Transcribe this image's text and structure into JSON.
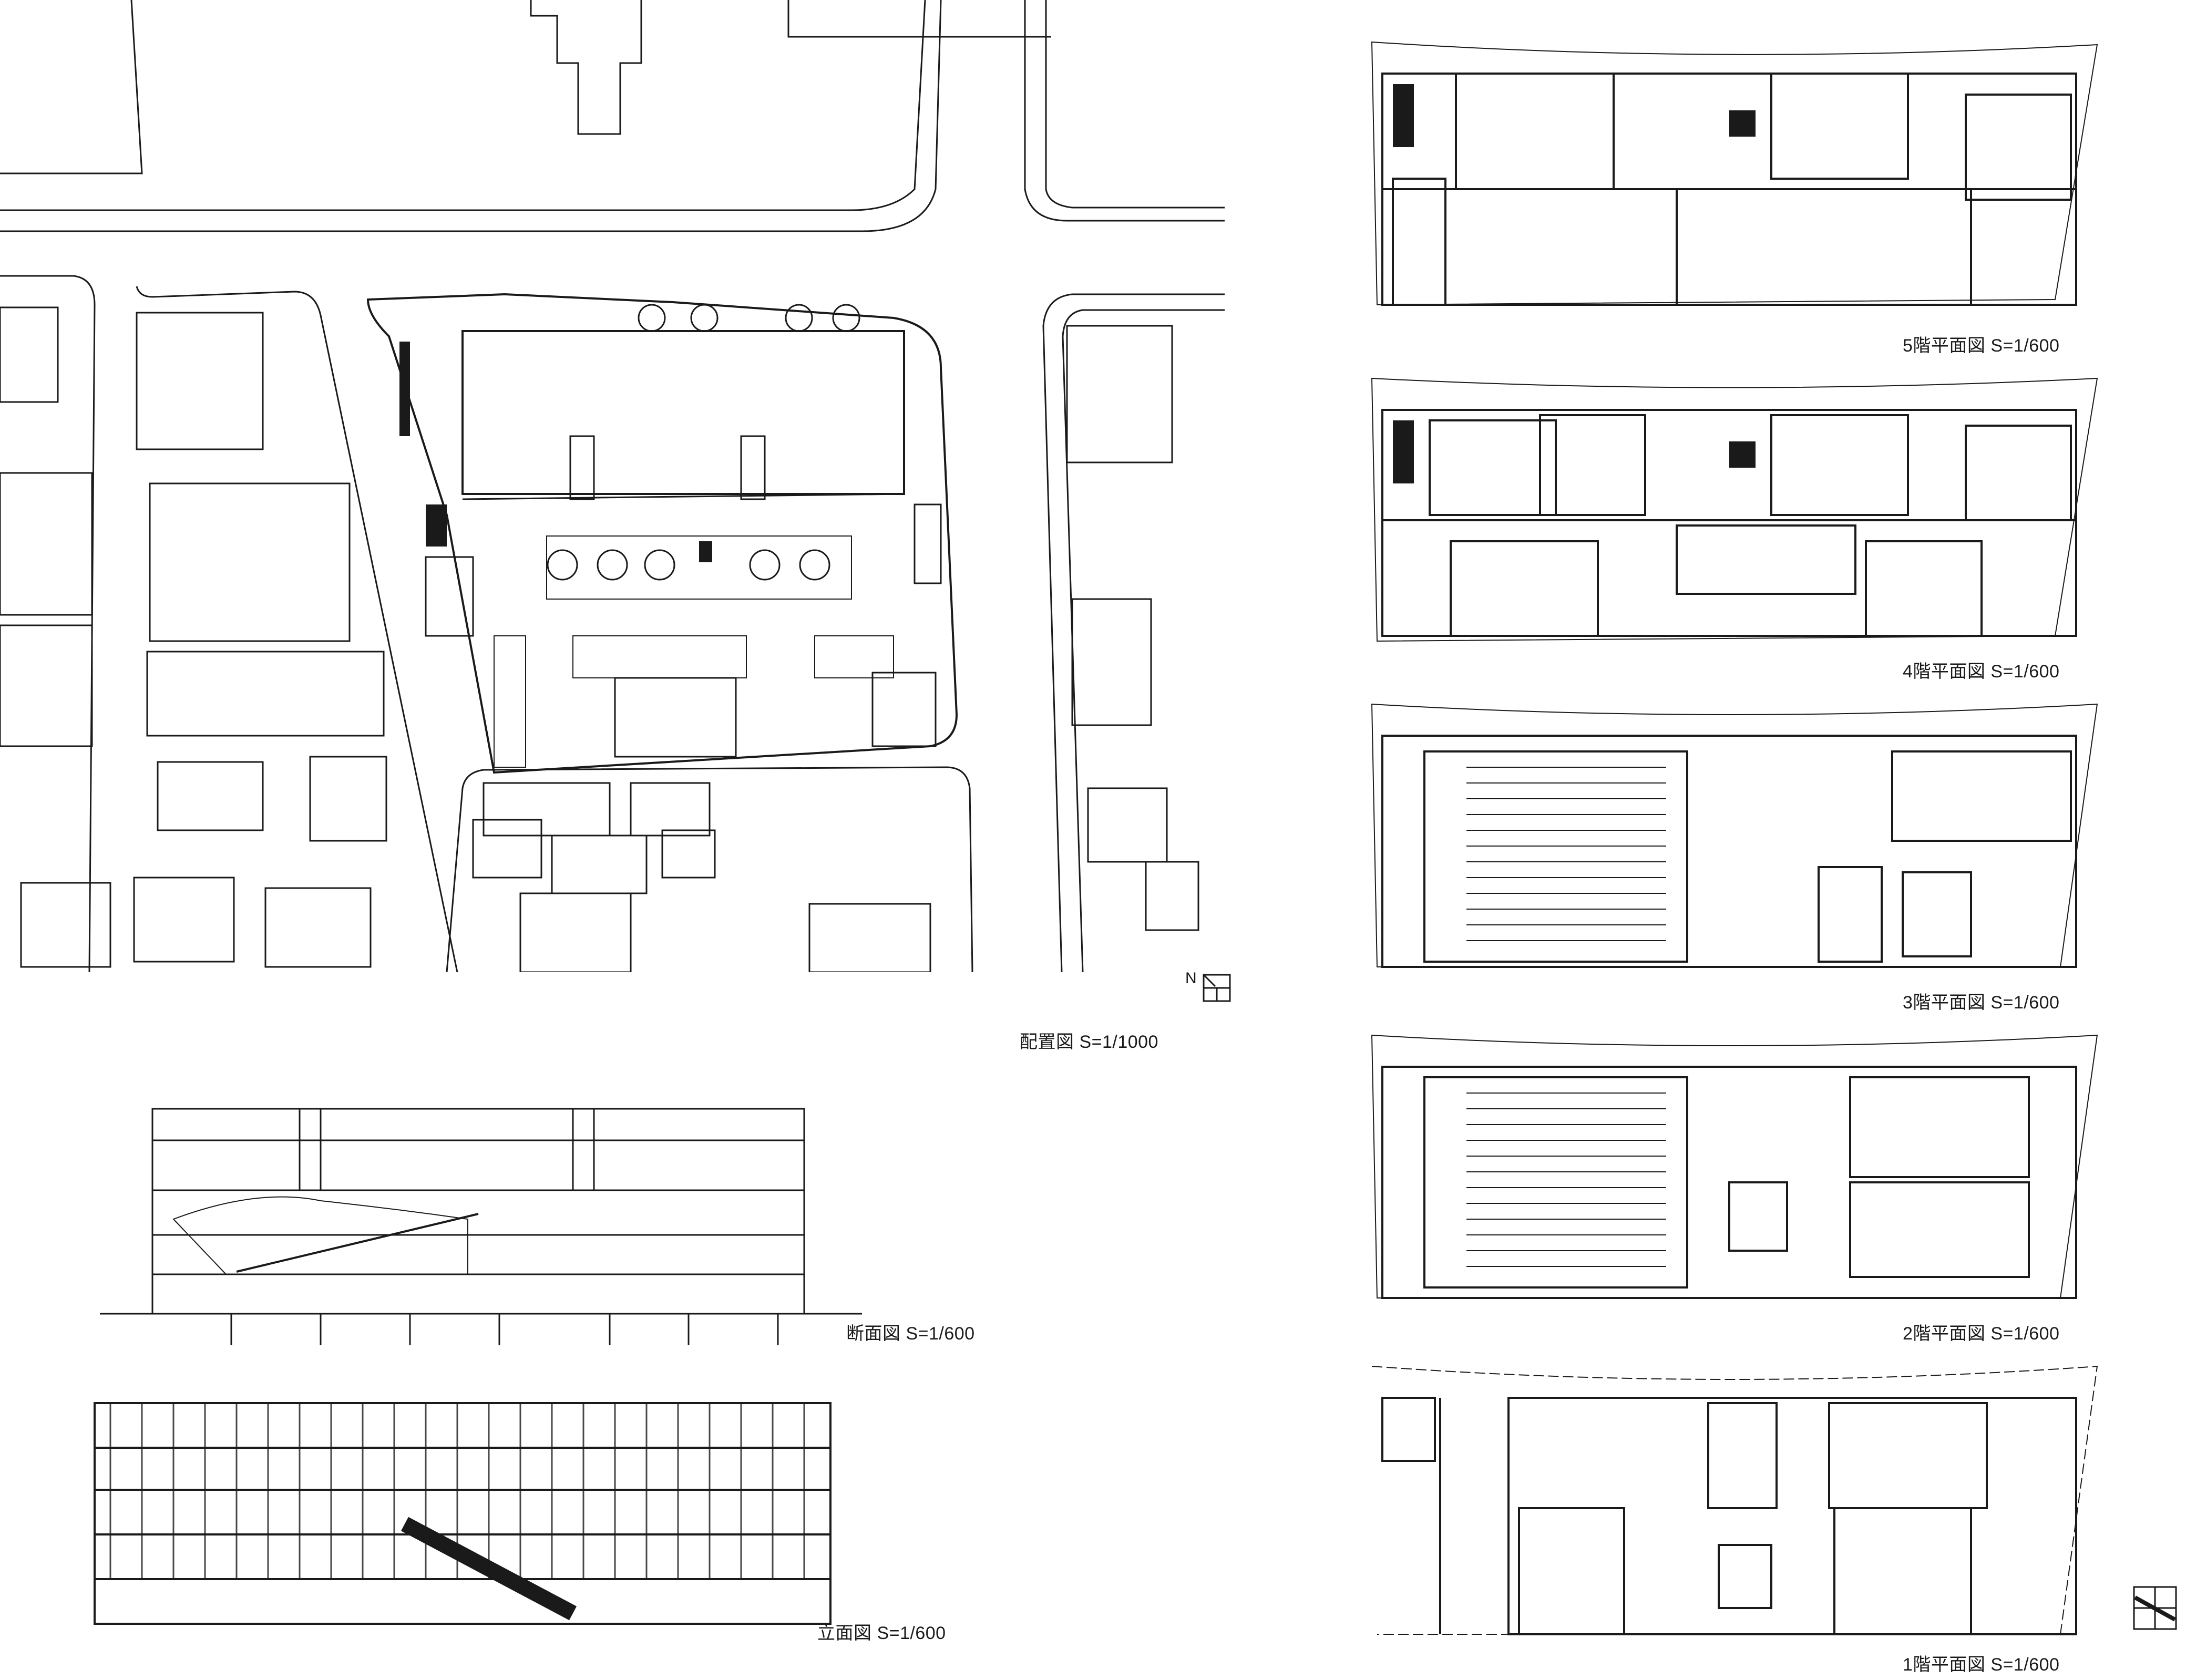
{
  "captions": {
    "site_plan": "配置図 S=1/1000",
    "section": "断面図 S=1/600",
    "elevation": "立面図 S=1/600",
    "floor5": "5階平面図 S=1/600",
    "floor4": "4階平面図 S=1/600",
    "floor3": "3階平面図 S=1/600",
    "floor2": "2階平面図 S=1/600",
    "floor1": "1階平面図 S=1/600"
  },
  "north_label": "N",
  "icons": {
    "north_arrow": "north-arrow-icon",
    "plan_north": "plan-north-arrow-icon"
  },
  "colors": {
    "line": "#1a1a1a",
    "light_line": "#6b6b6b",
    "background": "#ffffff"
  }
}
